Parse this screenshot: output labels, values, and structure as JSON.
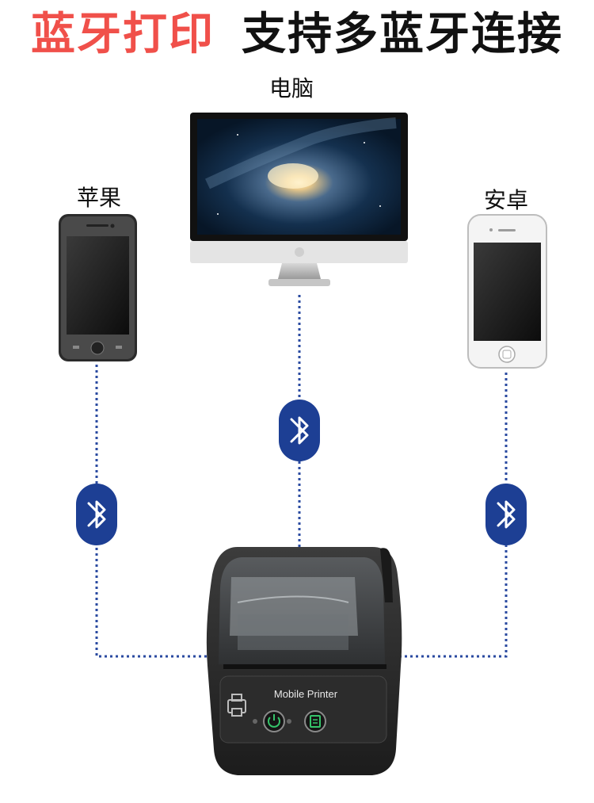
{
  "headline": {
    "part1": "蓝牙打印",
    "part2": "支持多蓝牙连接",
    "part1_color": "#f0504a",
    "part2_color": "#111111"
  },
  "devices": {
    "computer": "电脑",
    "apple": "苹果",
    "android": "安卓"
  },
  "printer": {
    "brand": "Mobile Printer"
  },
  "icons": {
    "bluetooth": "bluetooth-icon",
    "power": "power-icon",
    "feed": "feed-icon",
    "printer": "printer-icon"
  },
  "colors": {
    "bluetooth": "#1d3f94",
    "connection_line": "#2a4aa0"
  }
}
